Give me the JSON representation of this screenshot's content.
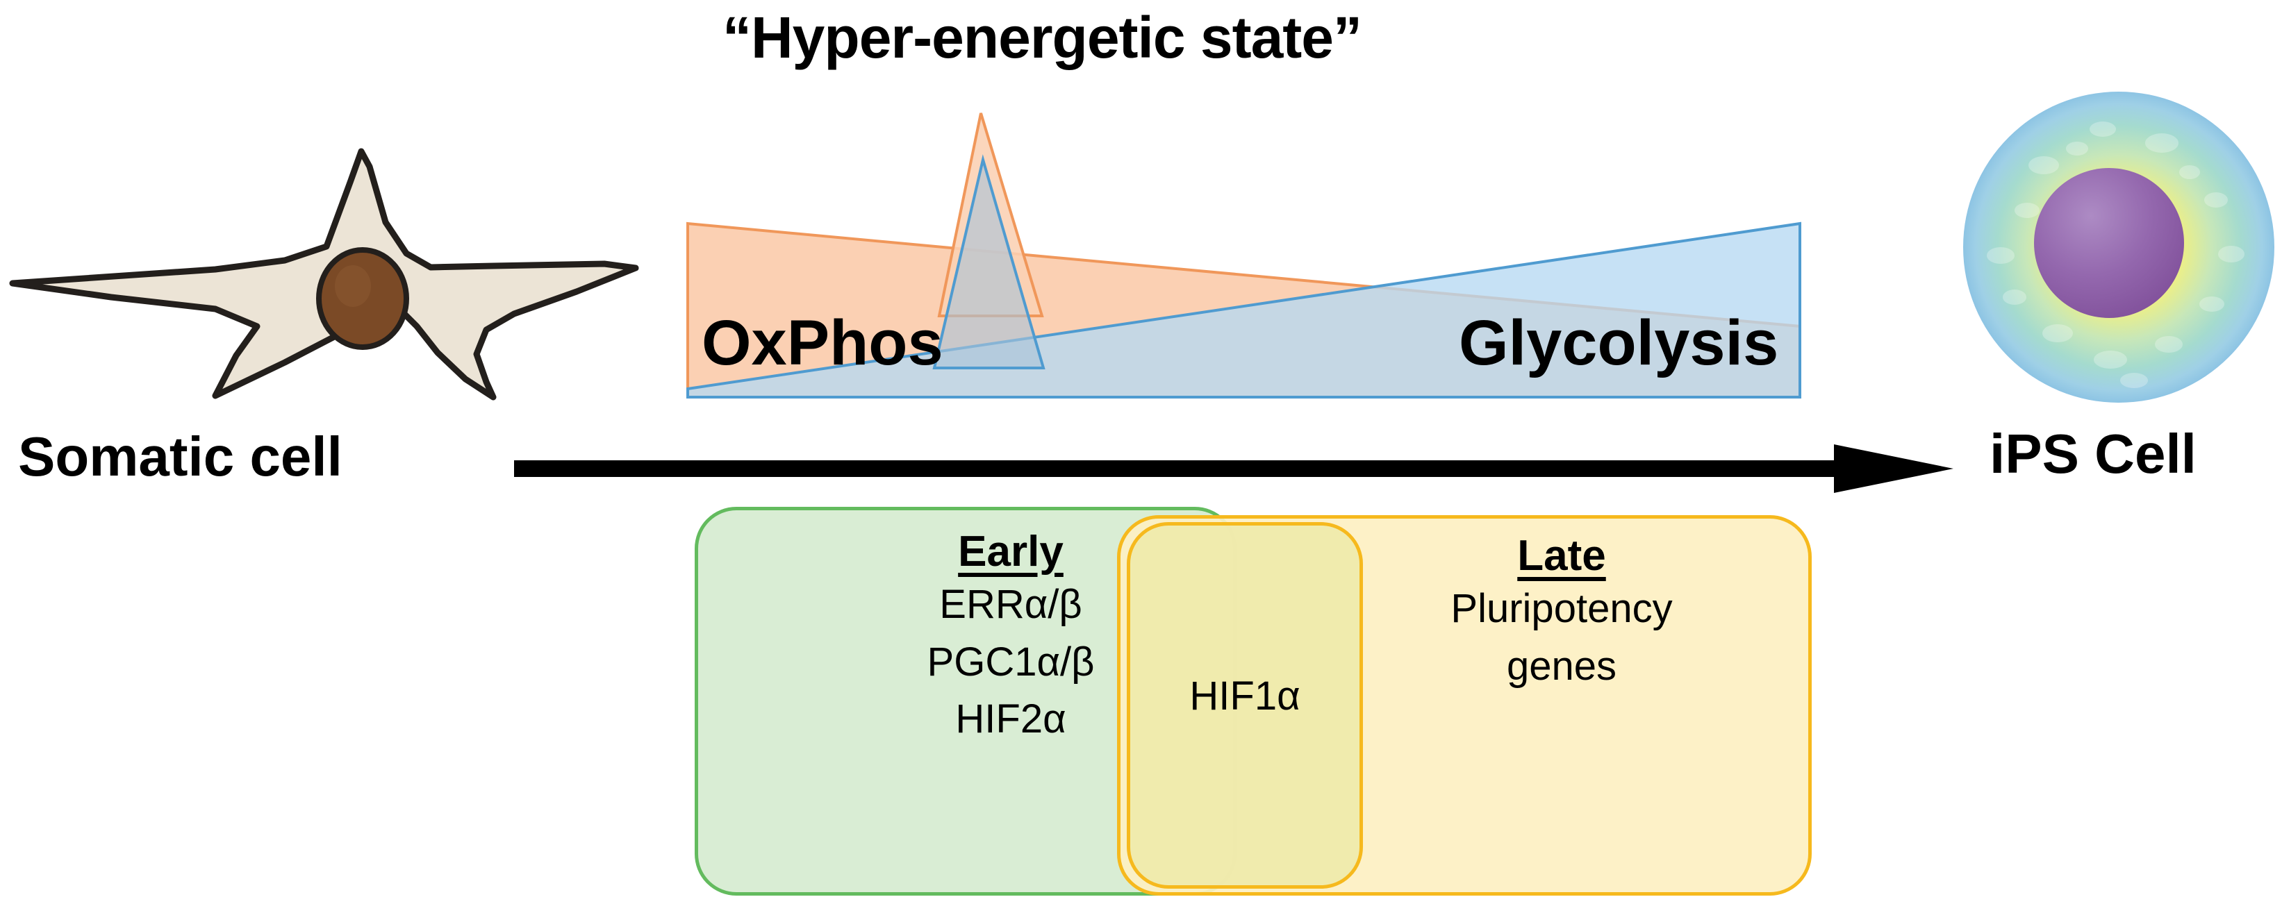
{
  "figure": {
    "title": "“Hyper-energetic state”",
    "background": "#ffffff"
  },
  "stages": {
    "start_label": "Somatic cell",
    "end_label": "iPS Cell"
  },
  "arrow": {
    "name": "reprogramming-arrow",
    "color": "#000000",
    "direction": "left-to-right"
  },
  "metabolism": {
    "oxphos": {
      "label": "OxPhos",
      "fill": "#fbd0b3",
      "stroke": "#f0975a",
      "trend": "decreasing"
    },
    "glycolysis": {
      "label": "Glycolysis",
      "fill": "#b6d8f2",
      "stroke": "#4f9bd0",
      "trend": "increasing"
    },
    "spike": {
      "name": "hyper-energetic-spike",
      "orange_fill": "#fbd0b3",
      "blue_fill": "#b6d8f2"
    }
  },
  "phases": {
    "early": {
      "heading": "Early",
      "items": [
        "ERRα/β",
        "PGC1α/β",
        "HIF2α"
      ],
      "fill": "#d7ecd2",
      "border": "#63bb5e"
    },
    "overlap": {
      "label": "HIF1α",
      "fill": "#eee9aa",
      "border": "#f6b91d"
    },
    "late": {
      "heading": "Late",
      "items": [
        "Pluripotency",
        "genes"
      ],
      "fill": "#fdf0c2",
      "border": "#f6b91d"
    }
  },
  "cells": {
    "somatic": {
      "name": "somatic-fibroblast-cell",
      "body_fill": "#ece4d6",
      "outline": "#231f1c",
      "nucleus_fill": "#7b4a26"
    },
    "ips": {
      "name": "ips-round-cell",
      "rim": "#9bcbe8",
      "mid": "#a8dcc9",
      "inner": "#f2f07f",
      "nucleus": "#9063ab"
    }
  }
}
